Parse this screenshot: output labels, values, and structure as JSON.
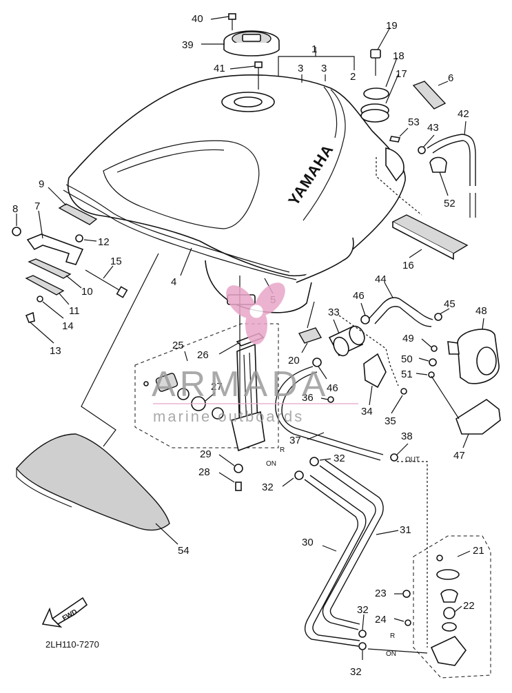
{
  "diagram": {
    "code": "2LH110-7270",
    "brand_on_tank": "YAMAHA",
    "fwd_label": "FWD",
    "valve_labels": {
      "on": "ON",
      "res": "R",
      "out": "OUT",
      "res_lower": "R"
    },
    "callouts": [
      {
        "id": "c1",
        "text": "1"
      },
      {
        "id": "c2",
        "text": "2"
      },
      {
        "id": "c3a",
        "text": "3"
      },
      {
        "id": "c3b",
        "text": "3"
      },
      {
        "id": "c4",
        "text": "4"
      },
      {
        "id": "c5",
        "text": "5"
      },
      {
        "id": "c6",
        "text": "6"
      },
      {
        "id": "c7",
        "text": "7"
      },
      {
        "id": "c8",
        "text": "8"
      },
      {
        "id": "c9",
        "text": "9"
      },
      {
        "id": "c10",
        "text": "10"
      },
      {
        "id": "c11",
        "text": "11"
      },
      {
        "id": "c12",
        "text": "12"
      },
      {
        "id": "c13",
        "text": "13"
      },
      {
        "id": "c14",
        "text": "14"
      },
      {
        "id": "c15",
        "text": "15"
      },
      {
        "id": "c16",
        "text": "16"
      },
      {
        "id": "c17",
        "text": "17"
      },
      {
        "id": "c18",
        "text": "18"
      },
      {
        "id": "c19",
        "text": "19"
      },
      {
        "id": "c20",
        "text": "20"
      },
      {
        "id": "c21",
        "text": "21"
      },
      {
        "id": "c22",
        "text": "22"
      },
      {
        "id": "c23",
        "text": "23"
      },
      {
        "id": "c24",
        "text": "24"
      },
      {
        "id": "c25",
        "text": "25"
      },
      {
        "id": "c26",
        "text": "26"
      },
      {
        "id": "c27",
        "text": "27"
      },
      {
        "id": "c28",
        "text": "28"
      },
      {
        "id": "c29",
        "text": "29"
      },
      {
        "id": "c30",
        "text": "30"
      },
      {
        "id": "c31",
        "text": "31"
      },
      {
        "id": "c32a",
        "text": "32"
      },
      {
        "id": "c32b",
        "text": "32"
      },
      {
        "id": "c32c",
        "text": "32"
      },
      {
        "id": "c32d",
        "text": "32"
      },
      {
        "id": "c33",
        "text": "33"
      },
      {
        "id": "c34",
        "text": "34"
      },
      {
        "id": "c35",
        "text": "35"
      },
      {
        "id": "c36",
        "text": "36"
      },
      {
        "id": "c37",
        "text": "37"
      },
      {
        "id": "c38",
        "text": "38"
      },
      {
        "id": "c39",
        "text": "39"
      },
      {
        "id": "c40",
        "text": "40"
      },
      {
        "id": "c41",
        "text": "41"
      },
      {
        "id": "c42",
        "text": "42"
      },
      {
        "id": "c43",
        "text": "43"
      },
      {
        "id": "c44",
        "text": "44"
      },
      {
        "id": "c45",
        "text": "45"
      },
      {
        "id": "c46a",
        "text": "46"
      },
      {
        "id": "c46b",
        "text": "46"
      },
      {
        "id": "c47",
        "text": "47"
      },
      {
        "id": "c48",
        "text": "48"
      },
      {
        "id": "c49",
        "text": "49"
      },
      {
        "id": "c50",
        "text": "50"
      },
      {
        "id": "c51",
        "text": "51"
      },
      {
        "id": "c52",
        "text": "52"
      },
      {
        "id": "c53",
        "text": "53"
      },
      {
        "id": "c54",
        "text": "54"
      }
    ]
  },
  "watermark": {
    "brand": "ARMADA",
    "tagline": "marine outboards",
    "color": "#e8a6c8"
  }
}
